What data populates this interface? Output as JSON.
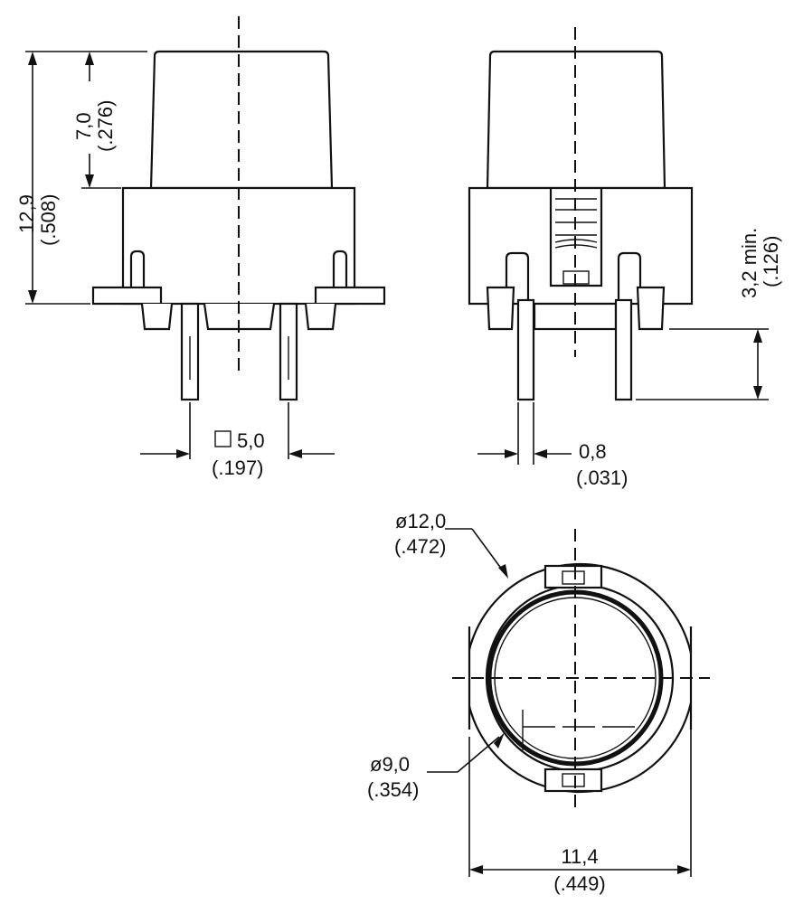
{
  "front_view": {
    "height_total": {
      "metric": "12,9",
      "imperial": "(.508)"
    },
    "cap_height": {
      "metric": "7,0",
      "imperial": "(.276)"
    },
    "pin_spacing": {
      "symbol": "□",
      "metric": "5,0",
      "imperial": "(.197)"
    }
  },
  "side_view": {
    "pin_length": {
      "metric": "3,2 min.",
      "imperial": "(.126)"
    },
    "pin_thickness": {
      "metric": "0,8",
      "imperial": "(.031)"
    }
  },
  "top_view": {
    "outer_diameter": {
      "metric": "ø12,0",
      "imperial": "(.472)"
    },
    "inner_diameter": {
      "metric": "ø9,0",
      "imperial": "(.354)"
    },
    "width": {
      "metric": "11,4",
      "imperial": "(.449)"
    }
  }
}
